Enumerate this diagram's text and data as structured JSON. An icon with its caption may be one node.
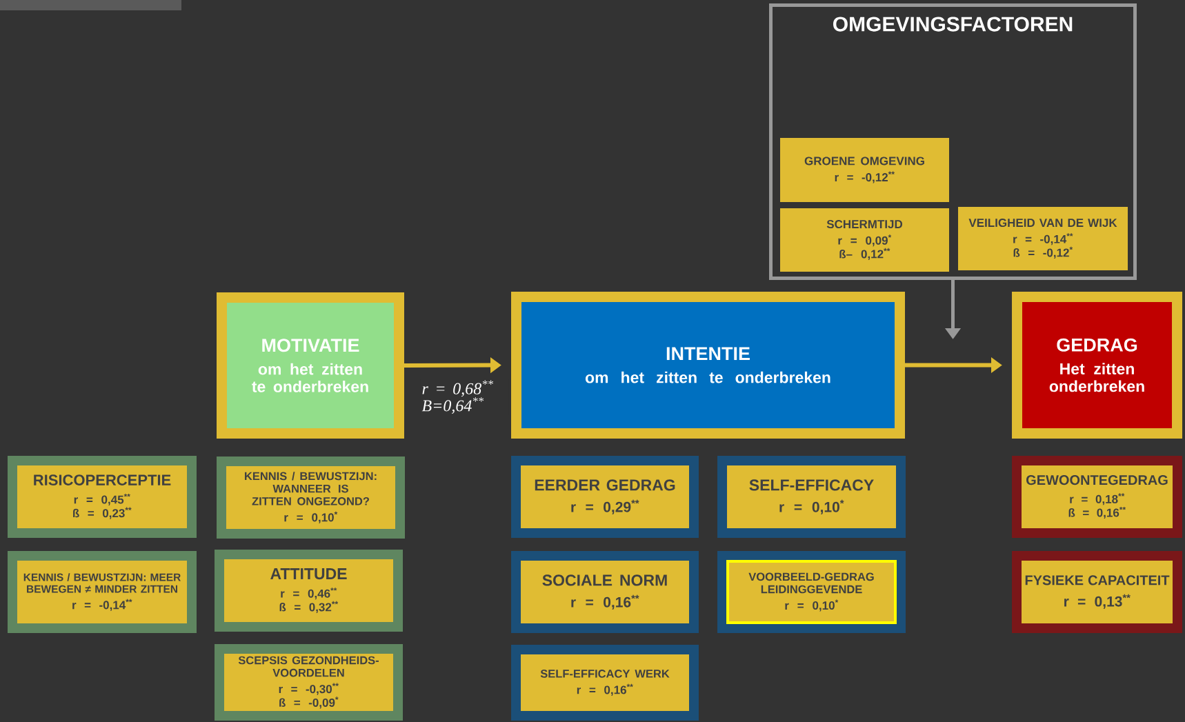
{
  "diagram": {
    "nodes": [
      {
        "text": [
          "OMGEVINGSFACTOREN"
        ]
      },
      {
        "text": [
          "GROENE OMGEVING",
          "r = -0,12$^{**}$"
        ],
        "in": 0
      },
      {
        "text": [
          "SCHERMTIJD",
          "r = 0,09$^{*}$",
          "ß– 0,12$^{**}$"
        ],
        "in": 0
      },
      {
        "text": [
          "VEILIGHEID VAN DE WIJK",
          "r = -0,14$^{**}$",
          "ß = -0,12$^{*}$"
        ],
        "in": 0
      },
      {
        "text": [
          "MOTIVATIE",
          "om het zitten te onderbreken"
        ]
      },
      {
        "text": [
          "INTENTIE",
          "om het zitten te onderbreken"
        ]
      },
      {
        "text": [
          "GEDRAG",
          "Het zitten onderbreken"
        ]
      },
      {
        "text": [
          "RISICOPERCEPTIE",
          "r = 0,45$^{**}$",
          "ß = 0,23$^{**}$"
        ]
      },
      {
        "text": [
          "KENNIS / BEWUSTZIJN: WANNEER IS ZITTEN ONGEZOND?",
          "r = 0,10$^{*}$"
        ]
      },
      {
        "text": [
          "EERDER GEDRAG",
          "r = 0,29$^{**}$"
        ]
      },
      {
        "text": [
          "SELF-EFFICACY",
          "r = 0,10$^{*}$"
        ]
      },
      {
        "text": [
          "GEWOONTEGEDRAG",
          "r = 0,18$^{**}$",
          "ß = 0,16$^{**}$"
        ]
      },
      {
        "text": [
          "KENNIS / BEWUSTZIJN: MEER BEWEGEN ≠ MINDER ZITTEN",
          "r = -0,14$^{**}$"
        ]
      },
      {
        "text": [
          "ATTITUDE",
          "r = 0,46$^{**}$",
          "ß = 0,32$^{**}$"
        ]
      },
      {
        "text": [
          "SOCIALE NORM",
          "r = 0,16$^{**}$"
        ]
      },
      {
        "text": [
          "VOORBEELD-GEDRAG LEIDINGGEVENDE",
          "r = 0,10$^{*}$"
        ]
      },
      {
        "text": [
          "FYSIEKE CAPACITEIT",
          "r = 0,13$^{**}$"
        ]
      },
      {
        "text": [
          "SCEPSIS GEZONDHEIDS-VOORDELEN",
          "r = -0,30$^{**}$",
          "ß = -0,09$^{*}$"
        ]
      },
      {
        "text": [
          "SELF-EFFICACY WERK",
          "r = 0,16$^{**}$"
        ]
      }
    ],
    "edges": [
      {
        "from": 4,
        "to": 5,
        "arrow": "to",
        "label": "r = 0,68$^{**}$ B=0,64$^{**}$"
      },
      {
        "from": 5,
        "to": 6,
        "arrow": "to"
      },
      {
        "from": 0,
        "to": null,
        "arrow": "to",
        "color": "#999999"
      }
    ]
  }
}
